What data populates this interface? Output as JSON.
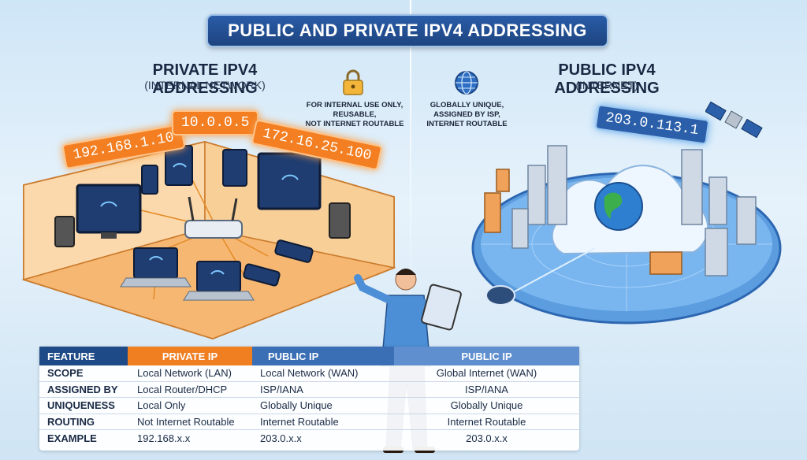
{
  "title": "PUBLIC AND PRIVATE IPV4 ADDRESSING",
  "private": {
    "heading": "PRIVATE IPV4 ADDRESSING",
    "subheading": "(INTERNAL NETWORK)",
    "note_lines": [
      "FOR INTERNAL USE ONLY,",
      "REUSABLE,",
      "NOT INTERNET ROUTABLE"
    ],
    "ips": [
      "192.168.1.10",
      "10.0.0.5",
      "172.16.25.100"
    ]
  },
  "public": {
    "heading": "PUBLIC IPV4 ADDRESSING",
    "subheading": "(INTERNET)",
    "note_lines": [
      "GLOBALLY UNIQUE,",
      "ASSIGNED BY ISP,",
      "INTERNET ROUTABLE"
    ],
    "ip": "203.0.113.1"
  },
  "table": {
    "headers": [
      "FEATURE",
      "PRIVATE IP",
      "PUBLIC IP",
      "PUBLIC IP"
    ],
    "rows": [
      [
        "SCOPE",
        "Local Network (LAN)",
        "Local Network (WAN)",
        "Global Internet (WAN)"
      ],
      [
        "ASSIGNED BY",
        "Local Router/DHCP",
        "ISP/IANA",
        "ISP/IANA"
      ],
      [
        "UNIQUENESS",
        "Local Only",
        "Globally Unique",
        "Globally Unique"
      ],
      [
        "ROUTING",
        "Not Internet Routable",
        "Internet Routable",
        "Internet Routable"
      ],
      [
        "EXAMPLE",
        "192.168.x.x",
        "203.0.x.x",
        "203.0.x.x"
      ]
    ]
  },
  "colors": {
    "private_accent": "#f37f22",
    "public_accent": "#2b5faa",
    "title_bg": "#1d447f"
  }
}
